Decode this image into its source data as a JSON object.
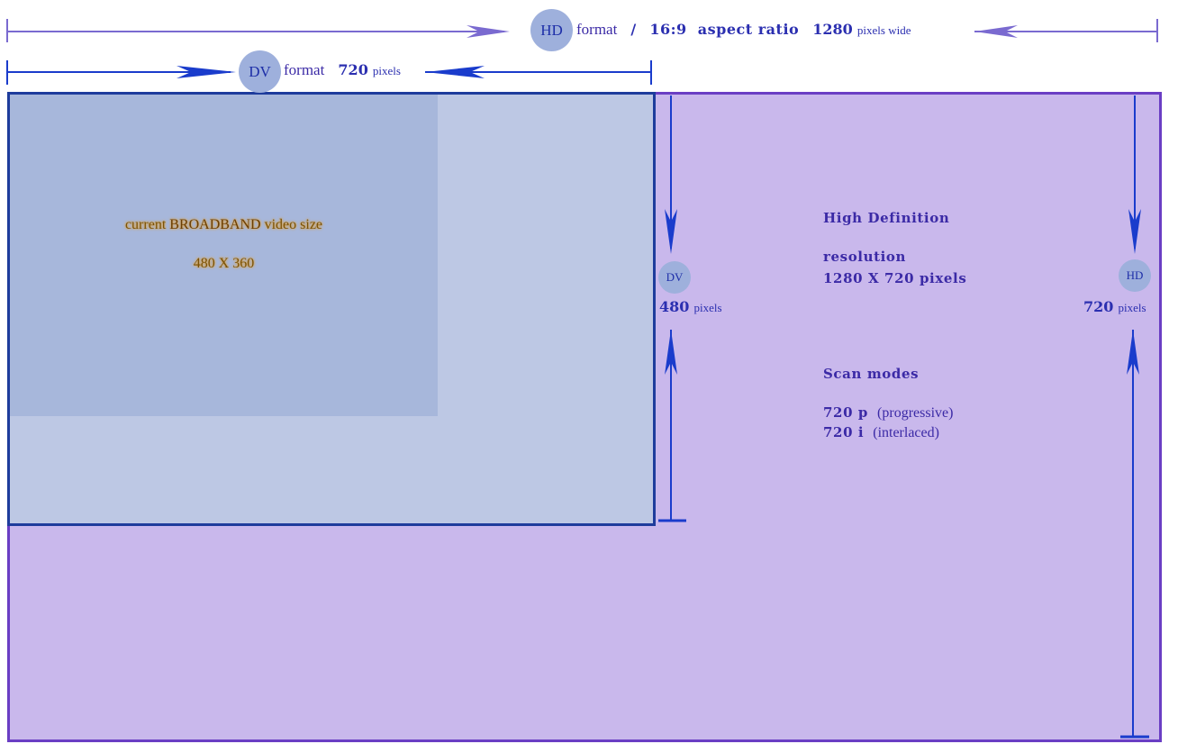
{
  "header": {
    "hd_badge": "HD",
    "hd_format": "format",
    "slash": "/",
    "aspect": "16:9  aspect ratio",
    "hd_width": "1280",
    "hd_width_unit": "pixels wide",
    "dv_badge": "DV",
    "dv_format": "format",
    "dv_width": "720",
    "dv_width_unit": "pixels"
  },
  "broadband": {
    "prefix": "current ",
    "strong": "BROADBAND",
    "suffix": " video size",
    "size": "480 X 360"
  },
  "dv_height": {
    "badge": "DV",
    "value": "480",
    "unit": "pixels"
  },
  "hd_height": {
    "badge": "HD",
    "value": "720",
    "unit": "pixels"
  },
  "hd_info": {
    "title": "High Definition",
    "resolution_label": "resolution",
    "resolution_value": "1280 X 720 pixels",
    "scan_title": "Scan modes",
    "scan_p_mode": "720 p",
    "scan_p_desc": "(progressive)",
    "scan_i_mode": "720 i",
    "scan_i_desc": "(interlaced)"
  },
  "colors": {
    "hd_fill": "#c9b8ec",
    "hd_border": "#6a3ec4",
    "dv_fill": "#bdc8e4",
    "dv_border": "#1e3c9c",
    "broadband_fill": "#a7b7db",
    "arrow_blue": "#1a3ccc",
    "arrow_violet": "#7a6ad0"
  }
}
